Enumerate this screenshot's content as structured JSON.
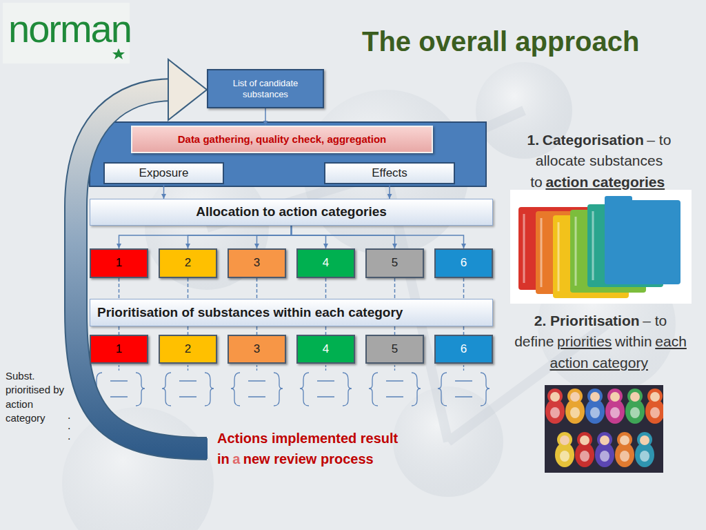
{
  "diagram": {
    "title": "The overall approach",
    "nodes": [
      {
        "text": [
          "List of candidate substances"
        ]
      },
      {
        "text": [
          "Data gathering, quality check, aggregation"
        ]
      },
      {
        "text": [
          "Exposure"
        ]
      },
      {
        "text": [
          "Effects"
        ]
      },
      {
        "text": [
          "Allocation to action categories"
        ]
      },
      {
        "text": [
          "1"
        ]
      },
      {
        "text": [
          "2"
        ]
      },
      {
        "text": [
          "3"
        ]
      },
      {
        "text": [
          "4"
        ]
      },
      {
        "text": [
          "5"
        ]
      },
      {
        "text": [
          "6"
        ]
      },
      {
        "text": [
          "Prioritisation of substances within each category"
        ]
      },
      {
        "text": [
          "1"
        ]
      },
      {
        "text": [
          "2"
        ]
      },
      {
        "text": [
          "3"
        ]
      },
      {
        "text": [
          "4"
        ]
      },
      {
        "text": [
          "5"
        ]
      },
      {
        "text": [
          "6"
        ]
      }
    ],
    "edges": [
      {
        "from": 0,
        "to": 1,
        "arrow": "to"
      },
      {
        "from": 2,
        "to": 4,
        "arrow": "to"
      },
      {
        "from": 3,
        "to": 4,
        "arrow": "to"
      },
      {
        "from": 4,
        "to": 5,
        "arrow": "to"
      },
      {
        "from": 4,
        "to": 6,
        "arrow": "to"
      },
      {
        "from": 4,
        "to": 7,
        "arrow": "to"
      },
      {
        "from": 4,
        "to": 8,
        "arrow": "to"
      },
      {
        "from": 4,
        "to": 9,
        "arrow": "to"
      },
      {
        "from": 4,
        "to": 10,
        "arrow": "to"
      },
      {
        "from": 5,
        "to": 11,
        "arrow": "none"
      },
      {
        "from": 6,
        "to": 11,
        "arrow": "none"
      },
      {
        "from": 7,
        "to": 11,
        "arrow": "none"
      },
      {
        "from": 8,
        "to": 11,
        "arrow": "none"
      },
      {
        "from": 9,
        "to": 11,
        "arrow": "none"
      },
      {
        "from": 10,
        "to": 11,
        "arrow": "none"
      },
      {
        "from": 11,
        "to": 12,
        "arrow": "none"
      },
      {
        "from": 11,
        "to": 13,
        "arrow": "none"
      },
      {
        "from": 11,
        "to": 14,
        "arrow": "none"
      },
      {
        "from": 11,
        "to": 15,
        "arrow": "none"
      },
      {
        "from": 11,
        "to": 16,
        "arrow": "none"
      },
      {
        "from": 11,
        "to": 17,
        "arrow": "none"
      }
    ],
    "labels": [
      "norman",
      "1.",
      "Categorisation",
      "– to allocate substances to",
      "action categories",
      "2. Prioritisation",
      "– to define",
      "priorities",
      "within",
      "each action category",
      "Subst. prioritised by action category",
      ".",
      ".",
      ".",
      "Actions implemented result",
      "in",
      "a",
      "new review process"
    ]
  }
}
